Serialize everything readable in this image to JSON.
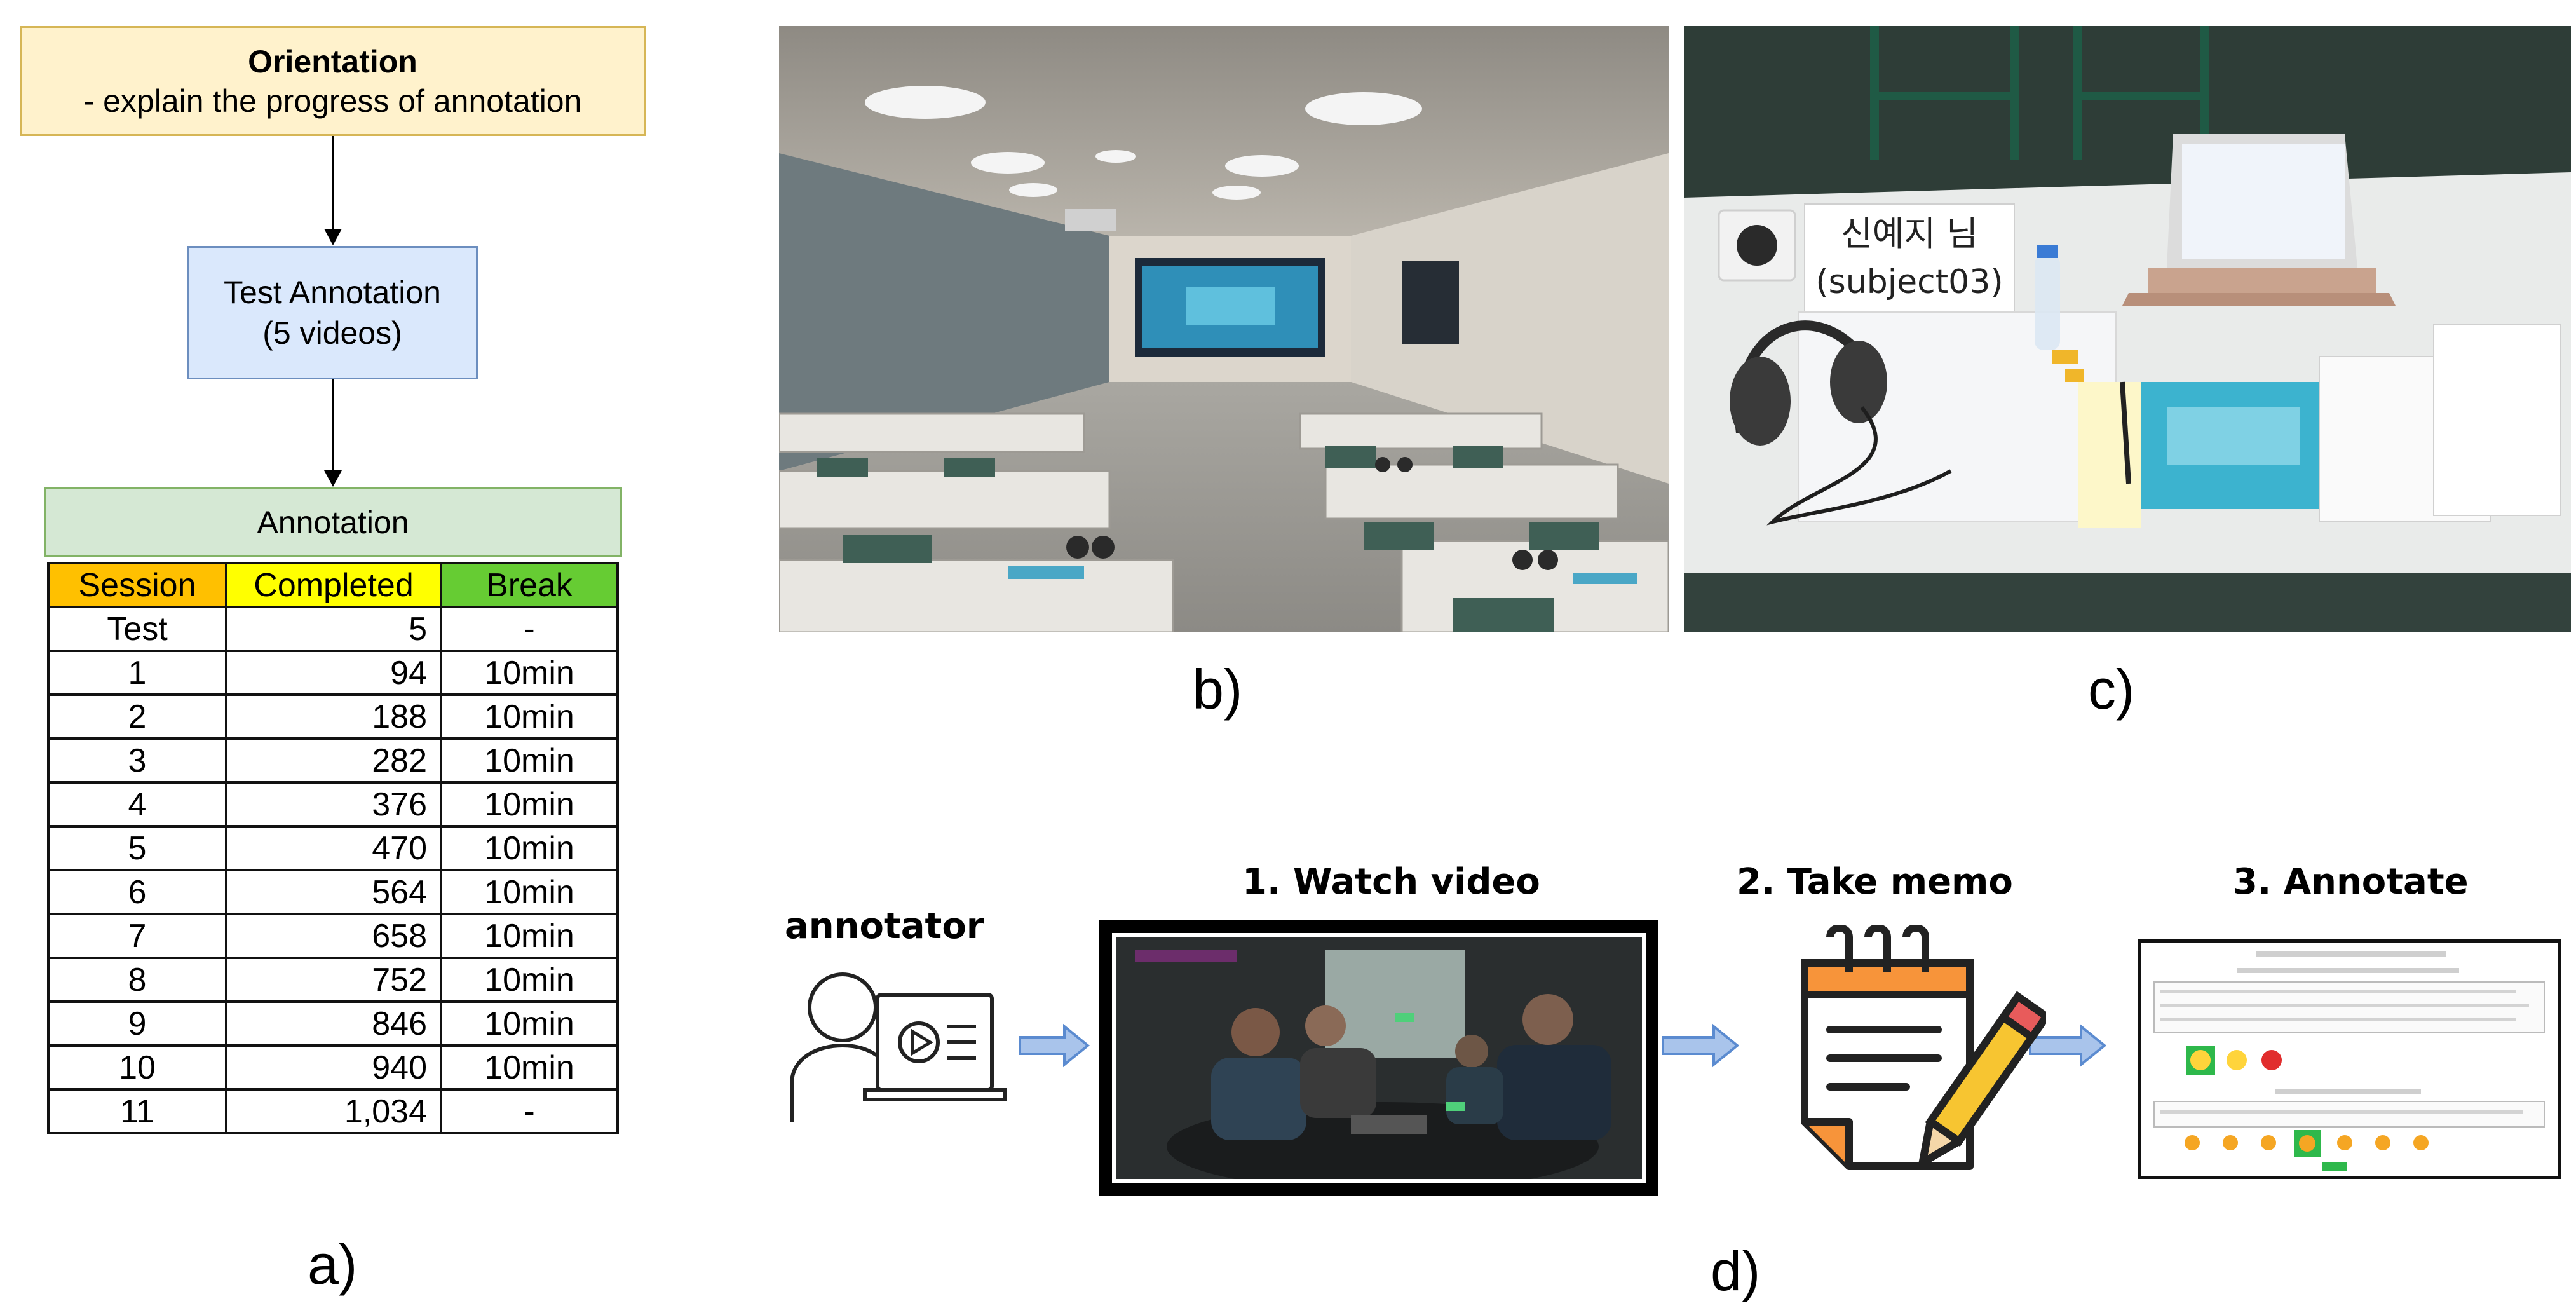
{
  "panel_a": {
    "orientation": {
      "title": "Orientation",
      "subtitle": "- explain the progress of annotation"
    },
    "test_annotation": {
      "line1": "Test Annotation",
      "line2": "(5 videos)"
    },
    "annotation_label": "Annotation",
    "table": {
      "headers": [
        "Session",
        "Completed",
        "Break"
      ],
      "header_colors": [
        "#ffc000",
        "#ffff00",
        "#66cc33"
      ],
      "rows": [
        [
          "Test",
          "5",
          "-"
        ],
        [
          "1",
          "94",
          "10min"
        ],
        [
          "2",
          "188",
          "10min"
        ],
        [
          "3",
          "282",
          "10min"
        ],
        [
          "4",
          "376",
          "10min"
        ],
        [
          "5",
          "470",
          "10min"
        ],
        [
          "6",
          "564",
          "10min"
        ],
        [
          "7",
          "658",
          "10min"
        ],
        [
          "8",
          "752",
          "10min"
        ],
        [
          "9",
          "846",
          "10min"
        ],
        [
          "10",
          "940",
          "10min"
        ],
        [
          "11",
          "1,034",
          "-"
        ]
      ]
    },
    "caption": "a)"
  },
  "panel_b": {
    "caption": "b)"
  },
  "panel_c": {
    "sign_line1": "신예지 님",
    "sign_line2": "(subject03)",
    "caption": "c)"
  },
  "panel_d": {
    "annotator_label": "annotator",
    "step1": "1. Watch video",
    "step2": "2. Take memo",
    "step3": "3. Annotate",
    "caption": "d)"
  },
  "colors": {
    "arrow_fill": "#a9c4eb",
    "arrow_stroke": "#5b8bd0",
    "memo_orange": "#f7943a",
    "pencil_yellow": "#f7c531"
  }
}
